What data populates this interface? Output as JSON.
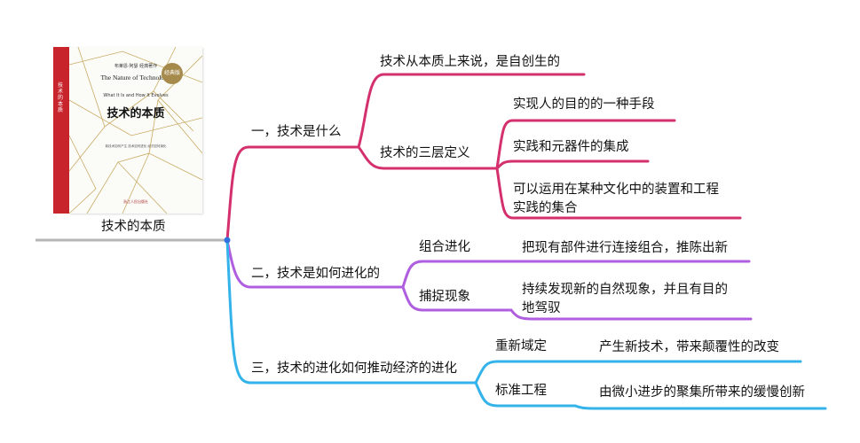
{
  "root": {
    "label": "技术的本质"
  },
  "book": {
    "author_line": "布莱恩·阿瑟 经典著作",
    "english_title": "The Nature of Technology",
    "english_subtitle": "What It Is and How It Evolves",
    "chinese_title": "技术的本质",
    "badge": "经典版",
    "blurb": "新技术如何产生  技术如何进化  经济如何演化",
    "spine": "技术的本质",
    "publisher": "浙江人民出版社"
  },
  "branches": [
    {
      "label": "一，技术是什么",
      "color": "#d4306e",
      "children": [
        {
          "label": "技术从本质上来说，是自创生的",
          "children": []
        },
        {
          "label": "技术的三层定义",
          "children": [
            {
              "label": "实现人的目的的一种手段"
            },
            {
              "label": "实践和元器件的集成"
            },
            {
              "label": "可以运用在某种文化中的装置和工程实践的集合"
            }
          ]
        }
      ]
    },
    {
      "label": "二，技术是如何进化的",
      "color": "#b05ee0",
      "children": [
        {
          "label": "组合进化",
          "children": [
            {
              "label": "把现有部件进行连接组合，推陈出新"
            }
          ]
        },
        {
          "label": "捕捉现象",
          "children": [
            {
              "label": "持续发现新的自然现象，并且有目的地驾驭"
            }
          ]
        }
      ]
    },
    {
      "label": "三，技术的进化如何推动经济的进化",
      "color": "#33b3ea",
      "children": [
        {
          "label": "重新域定",
          "children": [
            {
              "label": "产生新技术，带来颠覆性的改变"
            }
          ]
        },
        {
          "label": "标准工程",
          "children": [
            {
              "label": "由微小进步的聚集所带来的缓慢创新"
            }
          ]
        }
      ]
    }
  ],
  "colors": {
    "root_line": "#b5b5b5",
    "root_dot": "#2f72e0"
  }
}
